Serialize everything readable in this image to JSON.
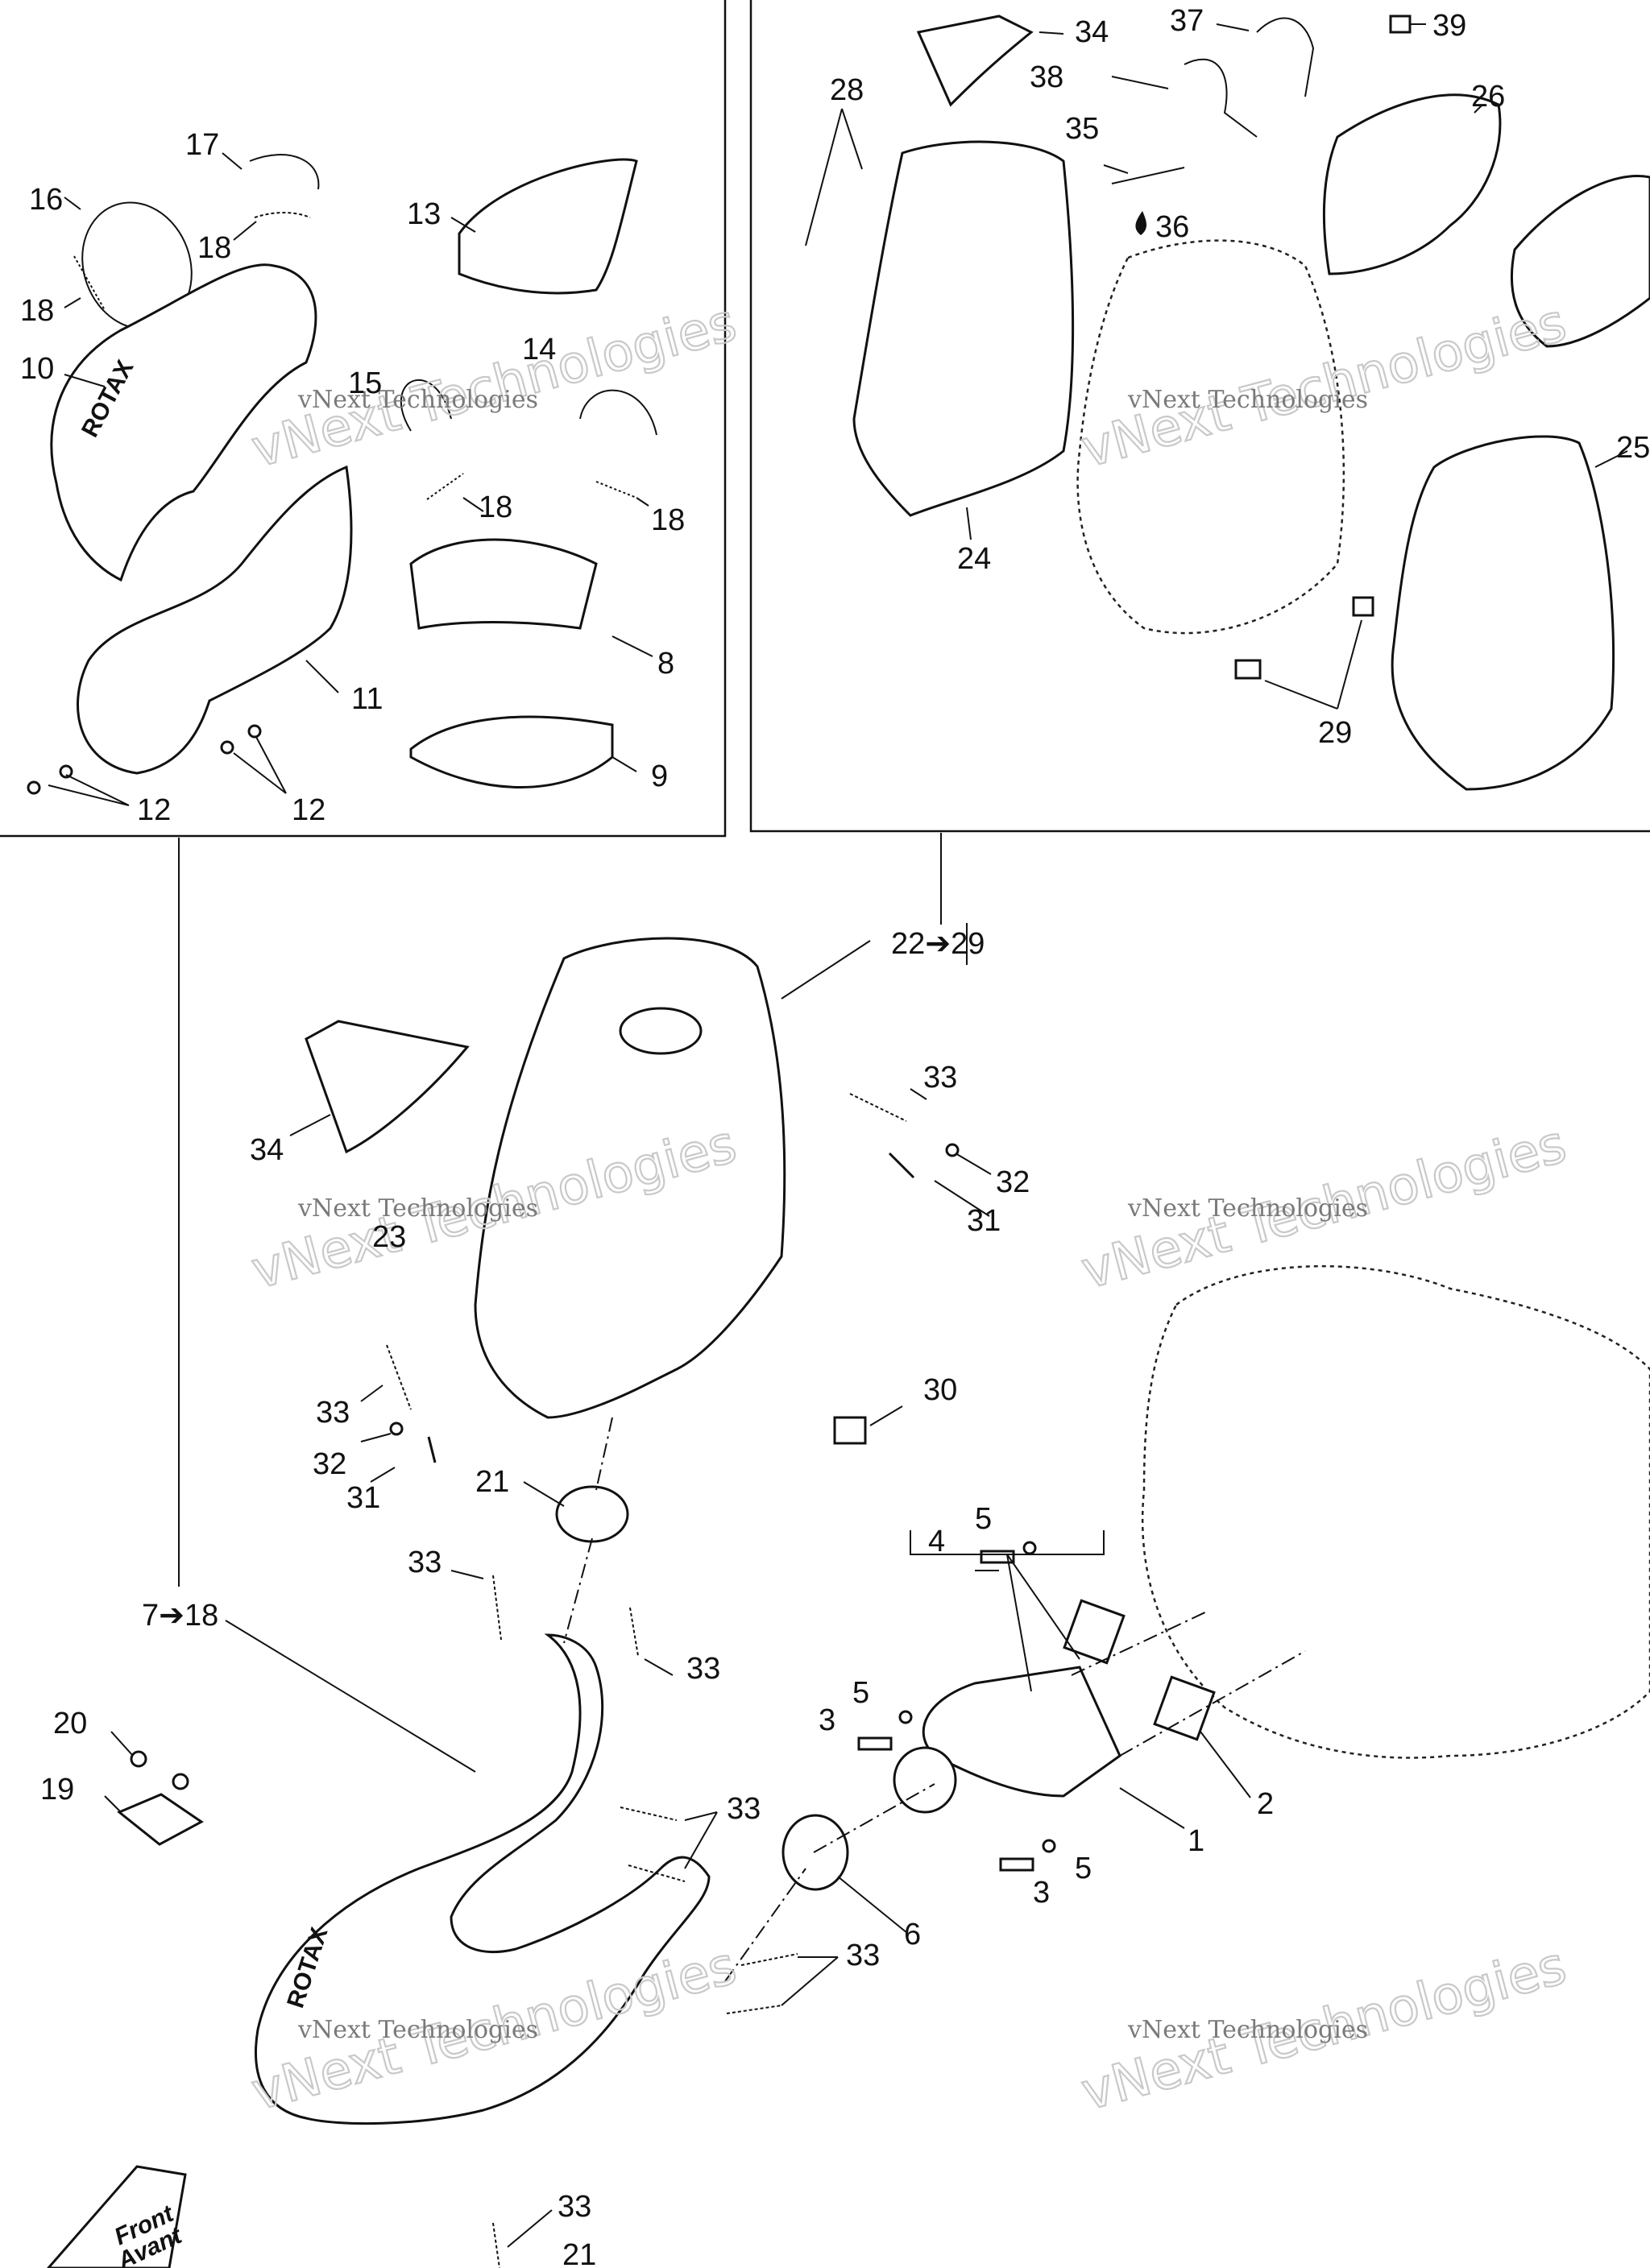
{
  "watermarks": {
    "big": "vNext Technologies",
    "small": "vNext Technologies"
  },
  "callouts": {
    "c1": "1",
    "c2": "2",
    "c3a": "3",
    "c3b": "3",
    "c4": "4",
    "c5a": "5",
    "c5b": "5",
    "c5c": "5",
    "c6": "6",
    "c7_18": "7➔18",
    "c8": "8",
    "c9": "9",
    "c10": "10",
    "c11": "11",
    "c12a": "12",
    "c12b": "12",
    "c13": "13",
    "c14": "14",
    "c15": "15",
    "c16": "16",
    "c17": "17",
    "c18a": "18",
    "c18b": "18",
    "c18c": "18",
    "c18d": "18",
    "c19": "19",
    "c20": "20",
    "c21a": "21",
    "c21b": "21",
    "c22_29": "22➔29",
    "c23": "23",
    "c24": "24",
    "c25": "25",
    "c26": "26",
    "c28": "28",
    "c29": "29",
    "c30": "30",
    "c31a": "31",
    "c31b": "31",
    "c32a": "32",
    "c32b": "32",
    "c33a": "33",
    "c33b": "33",
    "c33c": "33",
    "c33d": "33",
    "c33e": "33",
    "c33f": "33",
    "c33g": "33",
    "c34a": "34",
    "c34b": "34",
    "c35": "35",
    "c36": "36",
    "c37": "37",
    "c38": "38",
    "c39": "39"
  },
  "logo_text": "ROTAX",
  "front_label": {
    "line1": "Front",
    "line2": "Avant"
  }
}
